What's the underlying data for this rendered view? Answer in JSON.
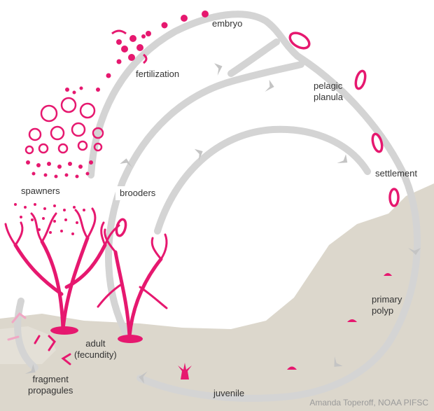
{
  "labels": {
    "embryo": "embryo",
    "fertilization": "fertilization",
    "pelagic_planula": "pelagic\nplanula",
    "settlement": "settlement",
    "spawners": "spawners",
    "brooders": "brooders",
    "primary_polyp": "primary\npolyp",
    "adult": "adult\n(fecundity)",
    "fragment_propagules": "fragment\npropagules",
    "juvenile": "juvenile"
  },
  "credit": "Amanda Toperoff, NOAA PIFSC",
  "colors": {
    "coral": "#e6186f",
    "arrow": "#d6d6d6",
    "seabed": "#dcd7cc",
    "text": "#333333",
    "credit": "#9a9a9a"
  }
}
